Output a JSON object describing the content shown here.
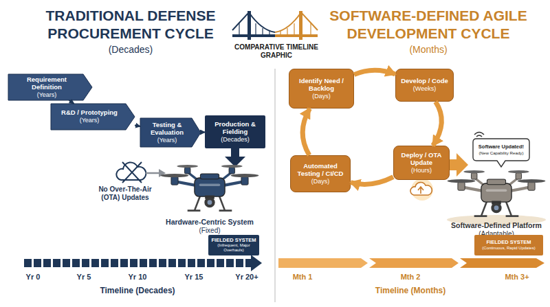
{
  "diagram": {
    "title": "COMPARATIVE TIMELINE GRAPHIC",
    "nodes": [
      {
        "text": [
          "Requirement Definition",
          "(Years)"
        ]
      },
      {
        "text": [
          "R&D / Prototyping",
          "(Years)"
        ]
      },
      {
        "text": [
          "Testing & Evaluation",
          "(Years)"
        ]
      },
      {
        "text": [
          "Production & Fielding",
          "(Decades)"
        ]
      },
      {
        "text": [
          "FIELDED SYSTEM",
          "(Infrequent, Major Overhauls)"
        ]
      },
      {
        "text": [
          "Identify Need / Backlog",
          "(Days)"
        ]
      },
      {
        "text": [
          "Develop / Code",
          "(Weeks)"
        ]
      },
      {
        "text": [
          "Deploy / OTA Update",
          "(Hours)"
        ]
      },
      {
        "text": [
          "Automated Testing / CI/CD",
          "(Days)"
        ]
      },
      {
        "text": [
          "Software Updated!",
          "(New Capability Ready)"
        ]
      },
      {
        "text": [
          "FIELDED SYSTEM",
          "(Continuous, Rapid Updates)"
        ]
      }
    ],
    "edges": [
      {
        "from": 0,
        "to": 1,
        "arrow": "to"
      },
      {
        "from": 1,
        "to": 2,
        "arrow": "to"
      },
      {
        "from": 2,
        "to": 3,
        "arrow": "to"
      },
      {
        "from": 5,
        "to": 6,
        "arrow": "to"
      },
      {
        "from": 6,
        "to": 7,
        "arrow": "to"
      },
      {
        "from": 7,
        "to": 8,
        "arrow": "to"
      },
      {
        "from": 8,
        "to": 5,
        "arrow": "to"
      }
    ],
    "labels": [
      "TRADITIONAL DEFENSE PROCUREMENT CYCLE",
      "(Decades)",
      "SOFTWARE-DEFINED AGILE DEVELOPMENT CYCLE",
      "(Months)",
      "No Over-The-Air (OTA) Updates",
      "Hardware-Centric System",
      "(Fixed)",
      "Yr 0",
      "Yr 5",
      "Yr 10",
      "Yr 15",
      "Yr 20+",
      "Timeline (Decades)",
      "Software-Defined Platform",
      "(Adaptable)",
      "Mth 1",
      "Mth 2",
      "Mth 3+",
      "Timeline (Months)"
    ]
  }
}
